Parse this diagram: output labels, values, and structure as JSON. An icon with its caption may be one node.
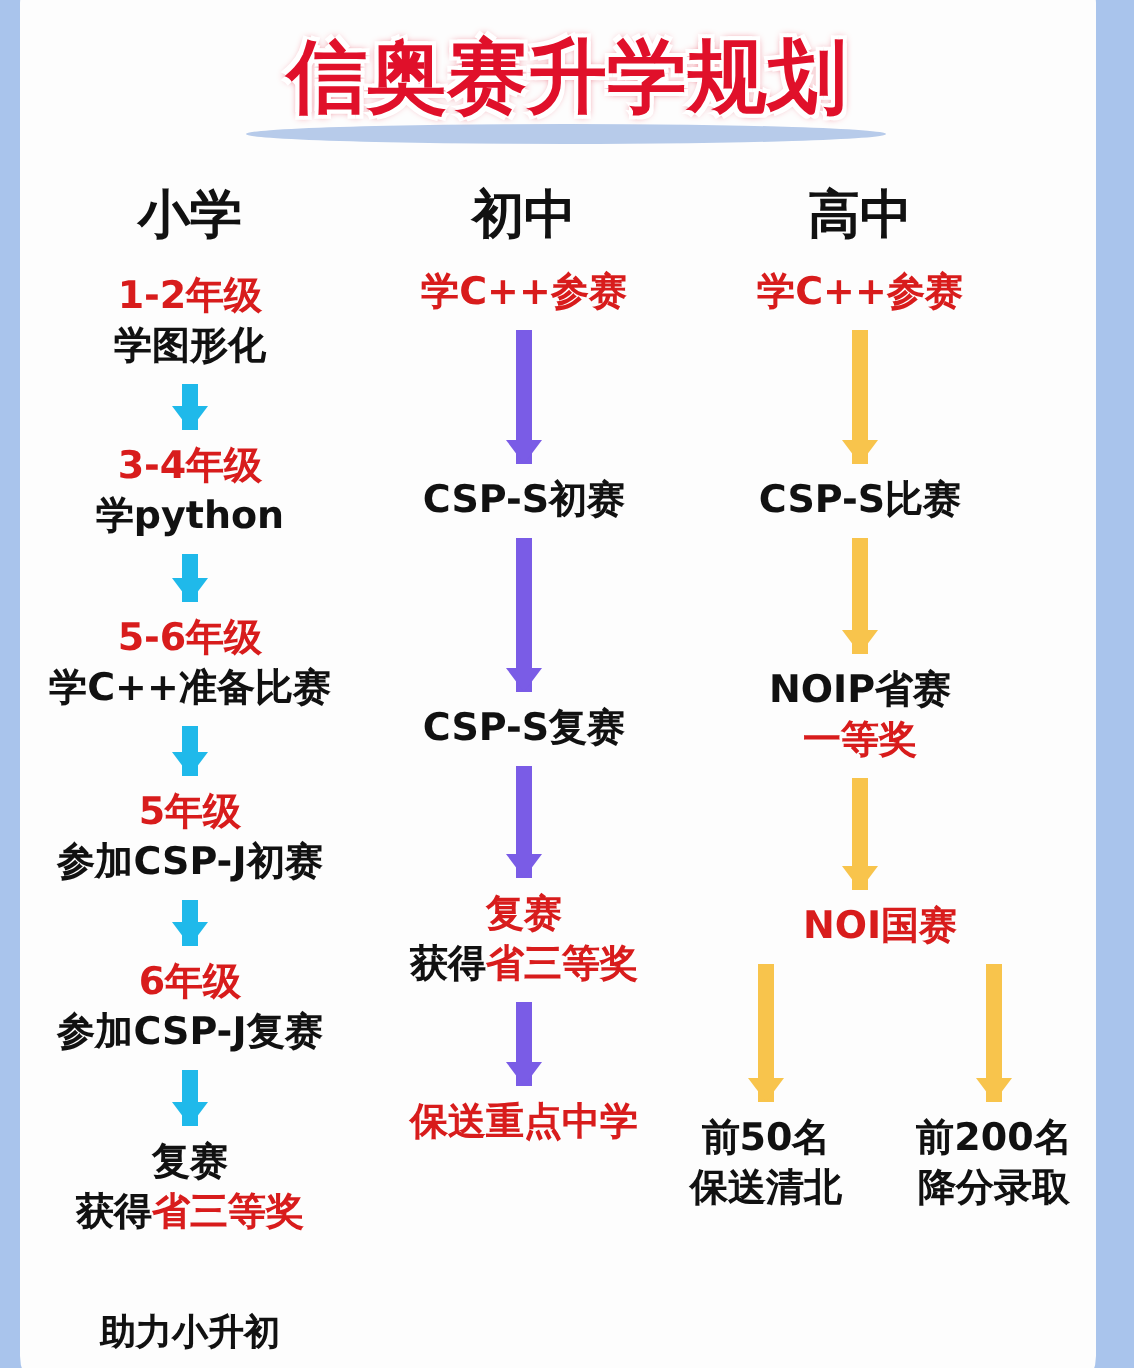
{
  "diagram": {
    "title": "信奥赛升学规划",
    "nodes": [
      {
        "text": [
          "1-2年级",
          "学图形化"
        ]
      },
      {
        "text": [
          "3-4年级",
          "学python"
        ]
      },
      {
        "text": [
          "5-6年级",
          "学C++准备比赛"
        ]
      },
      {
        "text": [
          "5年级",
          "参加CSP-J初赛"
        ]
      },
      {
        "text": [
          "6年级",
          "参加CSP-J复赛"
        ]
      },
      {
        "text": [
          "复赛",
          "获得**省三等奖**"
        ]
      },
      {
        "text": [
          "学C++参赛"
        ]
      },
      {
        "text": [
          "CSP-S初赛"
        ]
      },
      {
        "text": [
          "CSP-S复赛"
        ]
      },
      {
        "text": [
          "复赛",
          "获得**省三等奖**"
        ]
      },
      {
        "text": [
          "保送重点中学"
        ]
      },
      {
        "text": [
          "学C++参赛"
        ]
      },
      {
        "text": [
          "CSP-S比赛"
        ]
      },
      {
        "text": [
          "NOIP省赛",
          "一等奖"
        ]
      },
      {
        "text": [
          "NOI国赛"
        ]
      },
      {
        "text": [
          "前50名",
          "保送清北"
        ]
      },
      {
        "text": [
          "前200名",
          "降分录取"
        ]
      }
    ],
    "edges": [
      {
        "from": 0,
        "to": 1,
        "arrow": "to",
        "color": "#1fb9ea"
      },
      {
        "from": 1,
        "to": 2,
        "arrow": "to",
        "color": "#1fb9ea"
      },
      {
        "from": 2,
        "to": 3,
        "arrow": "to",
        "color": "#1fb9ea"
      },
      {
        "from": 3,
        "to": 4,
        "arrow": "to",
        "color": "#1fb9ea"
      },
      {
        "from": 4,
        "to": 5,
        "arrow": "to",
        "color": "#1fb9ea"
      },
      {
        "from": 6,
        "to": 7,
        "arrow": "to",
        "color": "#7a5ce6"
      },
      {
        "from": 7,
        "to": 8,
        "arrow": "to",
        "color": "#7a5ce6"
      },
      {
        "from": 8,
        "to": 9,
        "arrow": "to",
        "color": "#7a5ce6"
      },
      {
        "from": 9,
        "to": 10,
        "arrow": "to",
        "color": "#7a5ce6"
      },
      {
        "from": 11,
        "to": 12,
        "arrow": "to",
        "color": "#f8c44c"
      },
      {
        "from": 12,
        "to": 13,
        "arrow": "to",
        "color": "#f8c44c"
      },
      {
        "from": 13,
        "to": 14,
        "arrow": "to",
        "color": "#f8c44c"
      },
      {
        "from": 14,
        "to": 15,
        "arrow": "to",
        "color": "#f8c44c"
      },
      {
        "from": 14,
        "to": 16,
        "arrow": "to",
        "color": "#f8c44c"
      }
    ],
    "labels": [
      "小学",
      "初中",
      "高中",
      "助力小升初"
    ]
  }
}
